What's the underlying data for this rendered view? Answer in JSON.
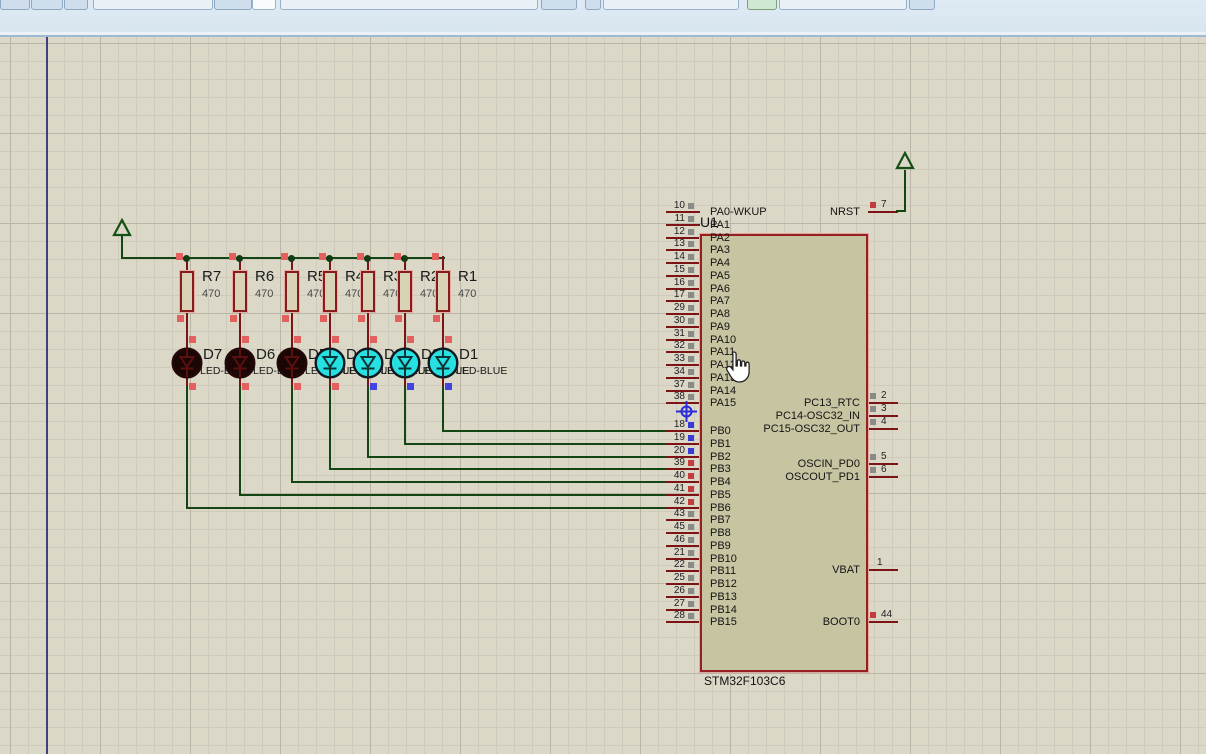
{
  "window": {
    "app_hint": "schematic-capture-canvas"
  },
  "schematic": {
    "chip": {
      "ref": "U1",
      "part": "STM32F103C6",
      "left_pins": [
        {
          "num": "10",
          "name": "PA0-WKUP",
          "state": "gray"
        },
        {
          "num": "11",
          "name": "PA1",
          "state": "gray"
        },
        {
          "num": "12",
          "name": "PA2",
          "state": "gray"
        },
        {
          "num": "13",
          "name": "PA3",
          "state": "gray"
        },
        {
          "num": "14",
          "name": "PA4",
          "state": "gray"
        },
        {
          "num": "15",
          "name": "PA5",
          "state": "gray"
        },
        {
          "num": "16",
          "name": "PA6",
          "state": "gray"
        },
        {
          "num": "17",
          "name": "PA7",
          "state": "gray"
        },
        {
          "num": "29",
          "name": "PA8",
          "state": "gray"
        },
        {
          "num": "30",
          "name": "PA9",
          "state": "gray"
        },
        {
          "num": "31",
          "name": "PA10",
          "state": "gray"
        },
        {
          "num": "32",
          "name": "PA11",
          "state": "gray"
        },
        {
          "num": "33",
          "name": "PA12",
          "state": "gray"
        },
        {
          "num": "34",
          "name": "PA13",
          "state": "gray"
        },
        {
          "num": "37",
          "name": "PA14",
          "state": "gray"
        },
        {
          "num": "38",
          "name": "PA15",
          "state": "gray"
        },
        {
          "num": "18",
          "name": "PB0",
          "state": "blue"
        },
        {
          "num": "19",
          "name": "PB1",
          "state": "blue"
        },
        {
          "num": "20",
          "name": "PB2",
          "state": "blue"
        },
        {
          "num": "39",
          "name": "PB3",
          "state": "red"
        },
        {
          "num": "40",
          "name": "PB4",
          "state": "red"
        },
        {
          "num": "41",
          "name": "PB5",
          "state": "red"
        },
        {
          "num": "42",
          "name": "PB6",
          "state": "red"
        },
        {
          "num": "43",
          "name": "PB7",
          "state": "gray"
        },
        {
          "num": "45",
          "name": "PB8",
          "state": "gray"
        },
        {
          "num": "46",
          "name": "PB9",
          "state": "gray"
        },
        {
          "num": "21",
          "name": "PB10",
          "state": "gray"
        },
        {
          "num": "22",
          "name": "PB11",
          "state": "gray"
        },
        {
          "num": "25",
          "name": "PB12",
          "state": "gray"
        },
        {
          "num": "26",
          "name": "PB13",
          "state": "gray"
        },
        {
          "num": "27",
          "name": "PB14",
          "state": "gray"
        },
        {
          "num": "28",
          "name": "PB15",
          "state": "gray"
        }
      ],
      "right_pins": [
        {
          "num": "7",
          "name": "NRST",
          "state": "red"
        },
        {
          "num": "2",
          "name": "PC13_RTC",
          "state": "gray"
        },
        {
          "num": "3",
          "name": "PC14-OSC32_IN",
          "state": "gray"
        },
        {
          "num": "4",
          "name": "PC15-OSC32_OUT",
          "state": "gray"
        },
        {
          "num": "5",
          "name": "OSCIN_PD0",
          "state": "gray"
        },
        {
          "num": "6",
          "name": "OSCOUT_PD1",
          "state": "gray"
        },
        {
          "num": "1",
          "name": "VBAT",
          "state": "none"
        },
        {
          "num": "44",
          "name": "BOOT0",
          "state": "red"
        }
      ]
    },
    "columns": [
      {
        "resistor_ref": "R7",
        "resistor_value": "470",
        "led_ref": "D7",
        "led_model": "LED-BLUE",
        "led_lit": false,
        "cathode_state": "red"
      },
      {
        "resistor_ref": "R6",
        "resistor_value": "470",
        "led_ref": "D6",
        "led_model": "LED-BLUE",
        "led_lit": false,
        "cathode_state": "red"
      },
      {
        "resistor_ref": "R5",
        "resistor_value": "470",
        "led_ref": "D5",
        "led_model": "LED-BLUE",
        "led_lit": false,
        "cathode_state": "red"
      },
      {
        "resistor_ref": "R4",
        "resistor_value": "470",
        "led_ref": "D4",
        "led_model": "LED-BLUE",
        "led_lit": true,
        "cathode_state": "red"
      },
      {
        "resistor_ref": "R3",
        "resistor_value": "470",
        "led_ref": "D3",
        "led_model": "LED-BLUE",
        "led_lit": true,
        "cathode_state": "blue"
      },
      {
        "resistor_ref": "R2",
        "resistor_value": "470",
        "led_ref": "D2",
        "led_model": "LED-BLUE",
        "led_lit": true,
        "cathode_state": "blue"
      },
      {
        "resistor_ref": "R1",
        "resistor_value": "470",
        "led_ref": "D1",
        "led_model": "LED-BLUE",
        "led_lit": true,
        "cathode_state": "blue"
      }
    ],
    "colors": {
      "wire": "#144614",
      "lead": "#7c1416",
      "chip_fill": "#c7c4a2",
      "chip_border": "#962020",
      "canvas": "#dbd8c8",
      "led_on": "#27e0e2",
      "led_off": "#1b0606",
      "state_red": "#c43c3c",
      "state_blue": "#3a3ad6",
      "state_gray": "#8b8b85",
      "endpoint_red": "#e2615e",
      "endpoint_blue": "#4343e0",
      "power": "#155015"
    }
  }
}
